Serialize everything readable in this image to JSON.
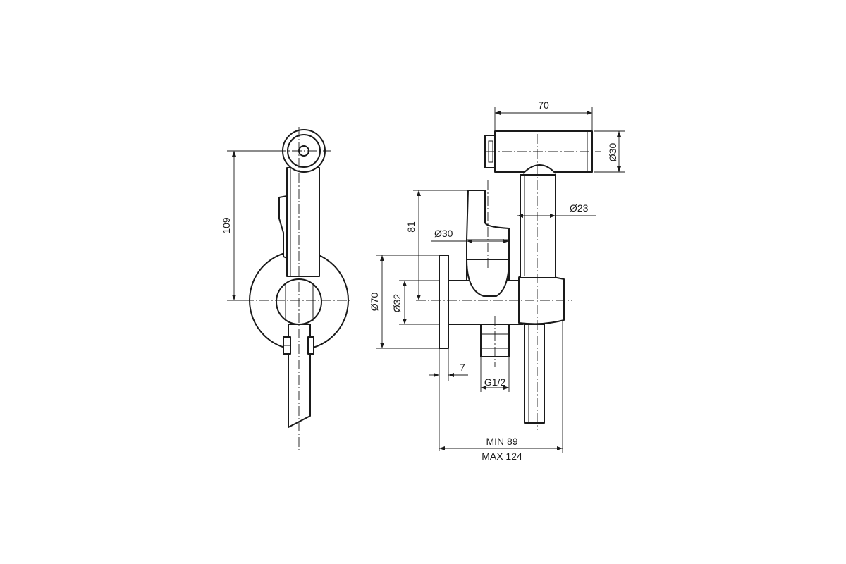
{
  "dimensions": {
    "width_70": "70",
    "dia_30_head": "Ø30",
    "dia_23_stem": "Ø23",
    "dia_30_valve": "Ø30",
    "height_81": "81",
    "height_109": "109",
    "dia_70_rosette": "Ø70",
    "dia_32_body": "Ø32",
    "thickness_7": "7",
    "thread_g12": "G1/2",
    "depth_min": "MIN 89",
    "depth_max": "MAX 124"
  }
}
